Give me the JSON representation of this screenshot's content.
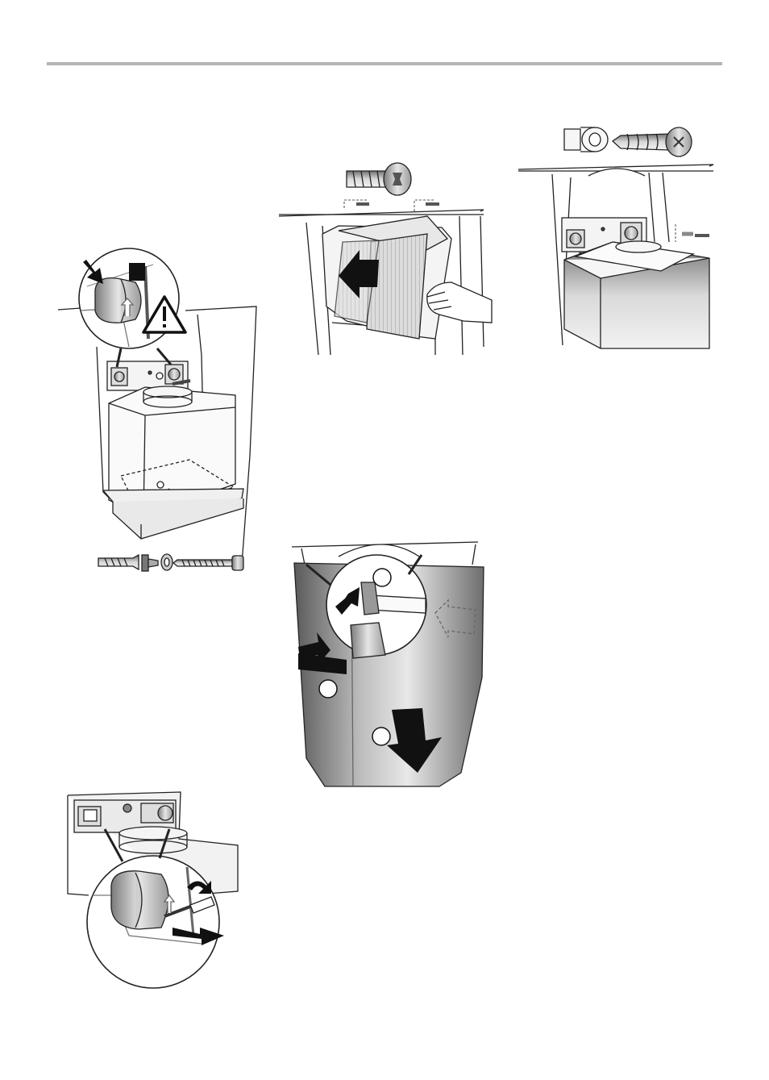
{
  "page": {
    "background": "#ffffff",
    "rule_color": "#b5b5b5"
  },
  "illustrations": [
    {
      "name": "hood-chimney-mounting",
      "icons": [
        "warning-triangle-icon",
        "push-arrow-icon",
        "wall-plug-icon",
        "washer-icon",
        "screw-icon"
      ]
    },
    {
      "name": "grease-filter-insertion",
      "icons": [
        "torx-screw-icon",
        "insert-arrow-icon",
        "hand-icon"
      ]
    },
    {
      "name": "cabinet-top-fixing",
      "icons": [
        "spacer-icon",
        "wood-screw-icon"
      ]
    },
    {
      "name": "chimney-cover-fitting",
      "icons": [
        "step-circle-icon",
        "down-arrow-icon",
        "push-arrow-icon"
      ],
      "step_labels": [
        "",
        "",
        ""
      ]
    },
    {
      "name": "cap-removal-detail",
      "icons": [
        "screwdriver-icon",
        "pull-arrow-icon",
        "rotate-arrow-icon"
      ]
    }
  ]
}
